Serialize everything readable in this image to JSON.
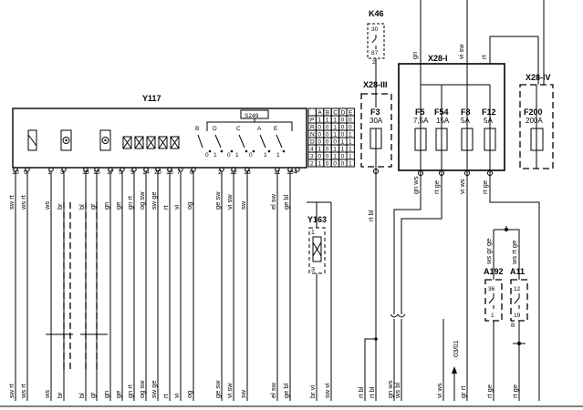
{
  "components": {
    "y117": "Y117",
    "s249": "S249",
    "y163": "Y163",
    "k46": "K46",
    "x28_1": "X28-I",
    "x28_3": "X28-III",
    "x28_4": "X28-IV",
    "a192": "A192",
    "a11": "A11"
  },
  "fuses": [
    {
      "name": "F3",
      "rating": "30A"
    },
    {
      "name": "F5",
      "rating": "7,5A"
    },
    {
      "name": "F54",
      "rating": "15A"
    },
    {
      "name": "F8",
      "rating": "5A"
    },
    {
      "name": "F12",
      "rating": "5A"
    },
    {
      "name": "F200",
      "rating": "200A"
    }
  ],
  "switch_positions": [
    "B",
    "D",
    "C",
    "A",
    "E"
  ],
  "switch_states": [
    "0",
    "1",
    "0",
    "1",
    "0",
    "1",
    "1"
  ],
  "truth_table": {
    "header": [
      "",
      "A",
      "B",
      "C",
      "D",
      "E"
    ],
    "rows": [
      [
        "P",
        "1",
        "1",
        "1",
        "0",
        "0"
      ],
      [
        "R",
        "0",
        "0",
        "1",
        "0",
        "0"
      ],
      [
        "N",
        "0",
        "0",
        "1",
        "0",
        "1"
      ],
      [
        "D",
        "0",
        "0",
        "0",
        "1",
        "1"
      ],
      [
        "4",
        "1",
        "0",
        "1",
        "1",
        "1"
      ],
      [
        "3",
        "0",
        "0",
        "1",
        "0",
        "1"
      ],
      [
        "2",
        "1",
        "0",
        "0",
        "0",
        "1"
      ]
    ]
  },
  "pins_y117": [
    "10",
    "6",
    "1",
    "3",
    "18",
    "15",
    "17",
    "5",
    "9",
    "14",
    "20",
    "13",
    "7",
    "8",
    "2",
    "12",
    "16",
    "11",
    "19",
    "4"
  ],
  "wires_top": [
    "sw rt",
    "ws rt",
    "ws",
    "br",
    "bl",
    "gr",
    "gn",
    "ge",
    "gn rt",
    "og sw",
    "sw ge",
    "rt",
    "vi",
    "og",
    "ge sw",
    "vi sw",
    "sw",
    "el sw",
    "ge bl"
  ],
  "wires_bottom": [
    "sw rt",
    "ws rt",
    "ws",
    "br",
    "bl",
    "gr",
    "gn",
    "ge",
    "gn rt",
    "og sw",
    "sw ge",
    "rt",
    "vi",
    "og",
    "ge sw",
    "vi sw",
    "sw",
    "el sw",
    "ge bl",
    "br vi",
    "sw vi",
    "rt bl",
    "rt bl",
    "gn ws",
    "ws bl",
    "vi ws",
    "gr rt",
    "rt ge",
    "rt ge"
  ],
  "k46_pins": [
    "30",
    "87",
    "2"
  ],
  "y163_pins": [
    "1",
    "3"
  ],
  "a192_pins": [
    "36",
    "1"
  ],
  "a11_pins": [
    "12",
    "19",
    "B"
  ],
  "x28_wire_labels": [
    "gn",
    "vi sw",
    "rt"
  ],
  "mid_wire_labels": [
    "rt bl",
    "gn ws",
    "rt ge",
    "vi ws",
    "rt ge"
  ],
  "a_wire_labels": [
    "ws gr ge",
    "ws rt ge"
  ],
  "ref_note": "03/01"
}
